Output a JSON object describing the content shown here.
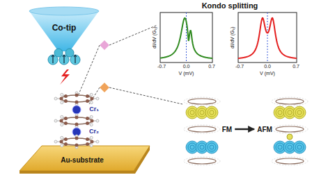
{
  "diagram": {
    "nodes": [
      {
        "text": [
          "Co-tip"
        ]
      },
      {
        "text": [
          "Au-substrate"
        ]
      },
      {
        "text": [
          "FM"
        ]
      },
      {
        "text": [
          "AFM"
        ]
      }
    ],
    "edges": [
      {
        "from": 2,
        "to": 3,
        "arrow": "to"
      }
    ],
    "labels": [
      "Kondo splitting",
      "dI/dV (G₀)",
      "V (mV)",
      "-0.7",
      "0.0",
      "0.7",
      "dI/dV (G₀)",
      "V (mV)",
      "-0.7",
      "0.0",
      "0.7",
      "Cr₁",
      "Cr₂"
    ]
  }
}
